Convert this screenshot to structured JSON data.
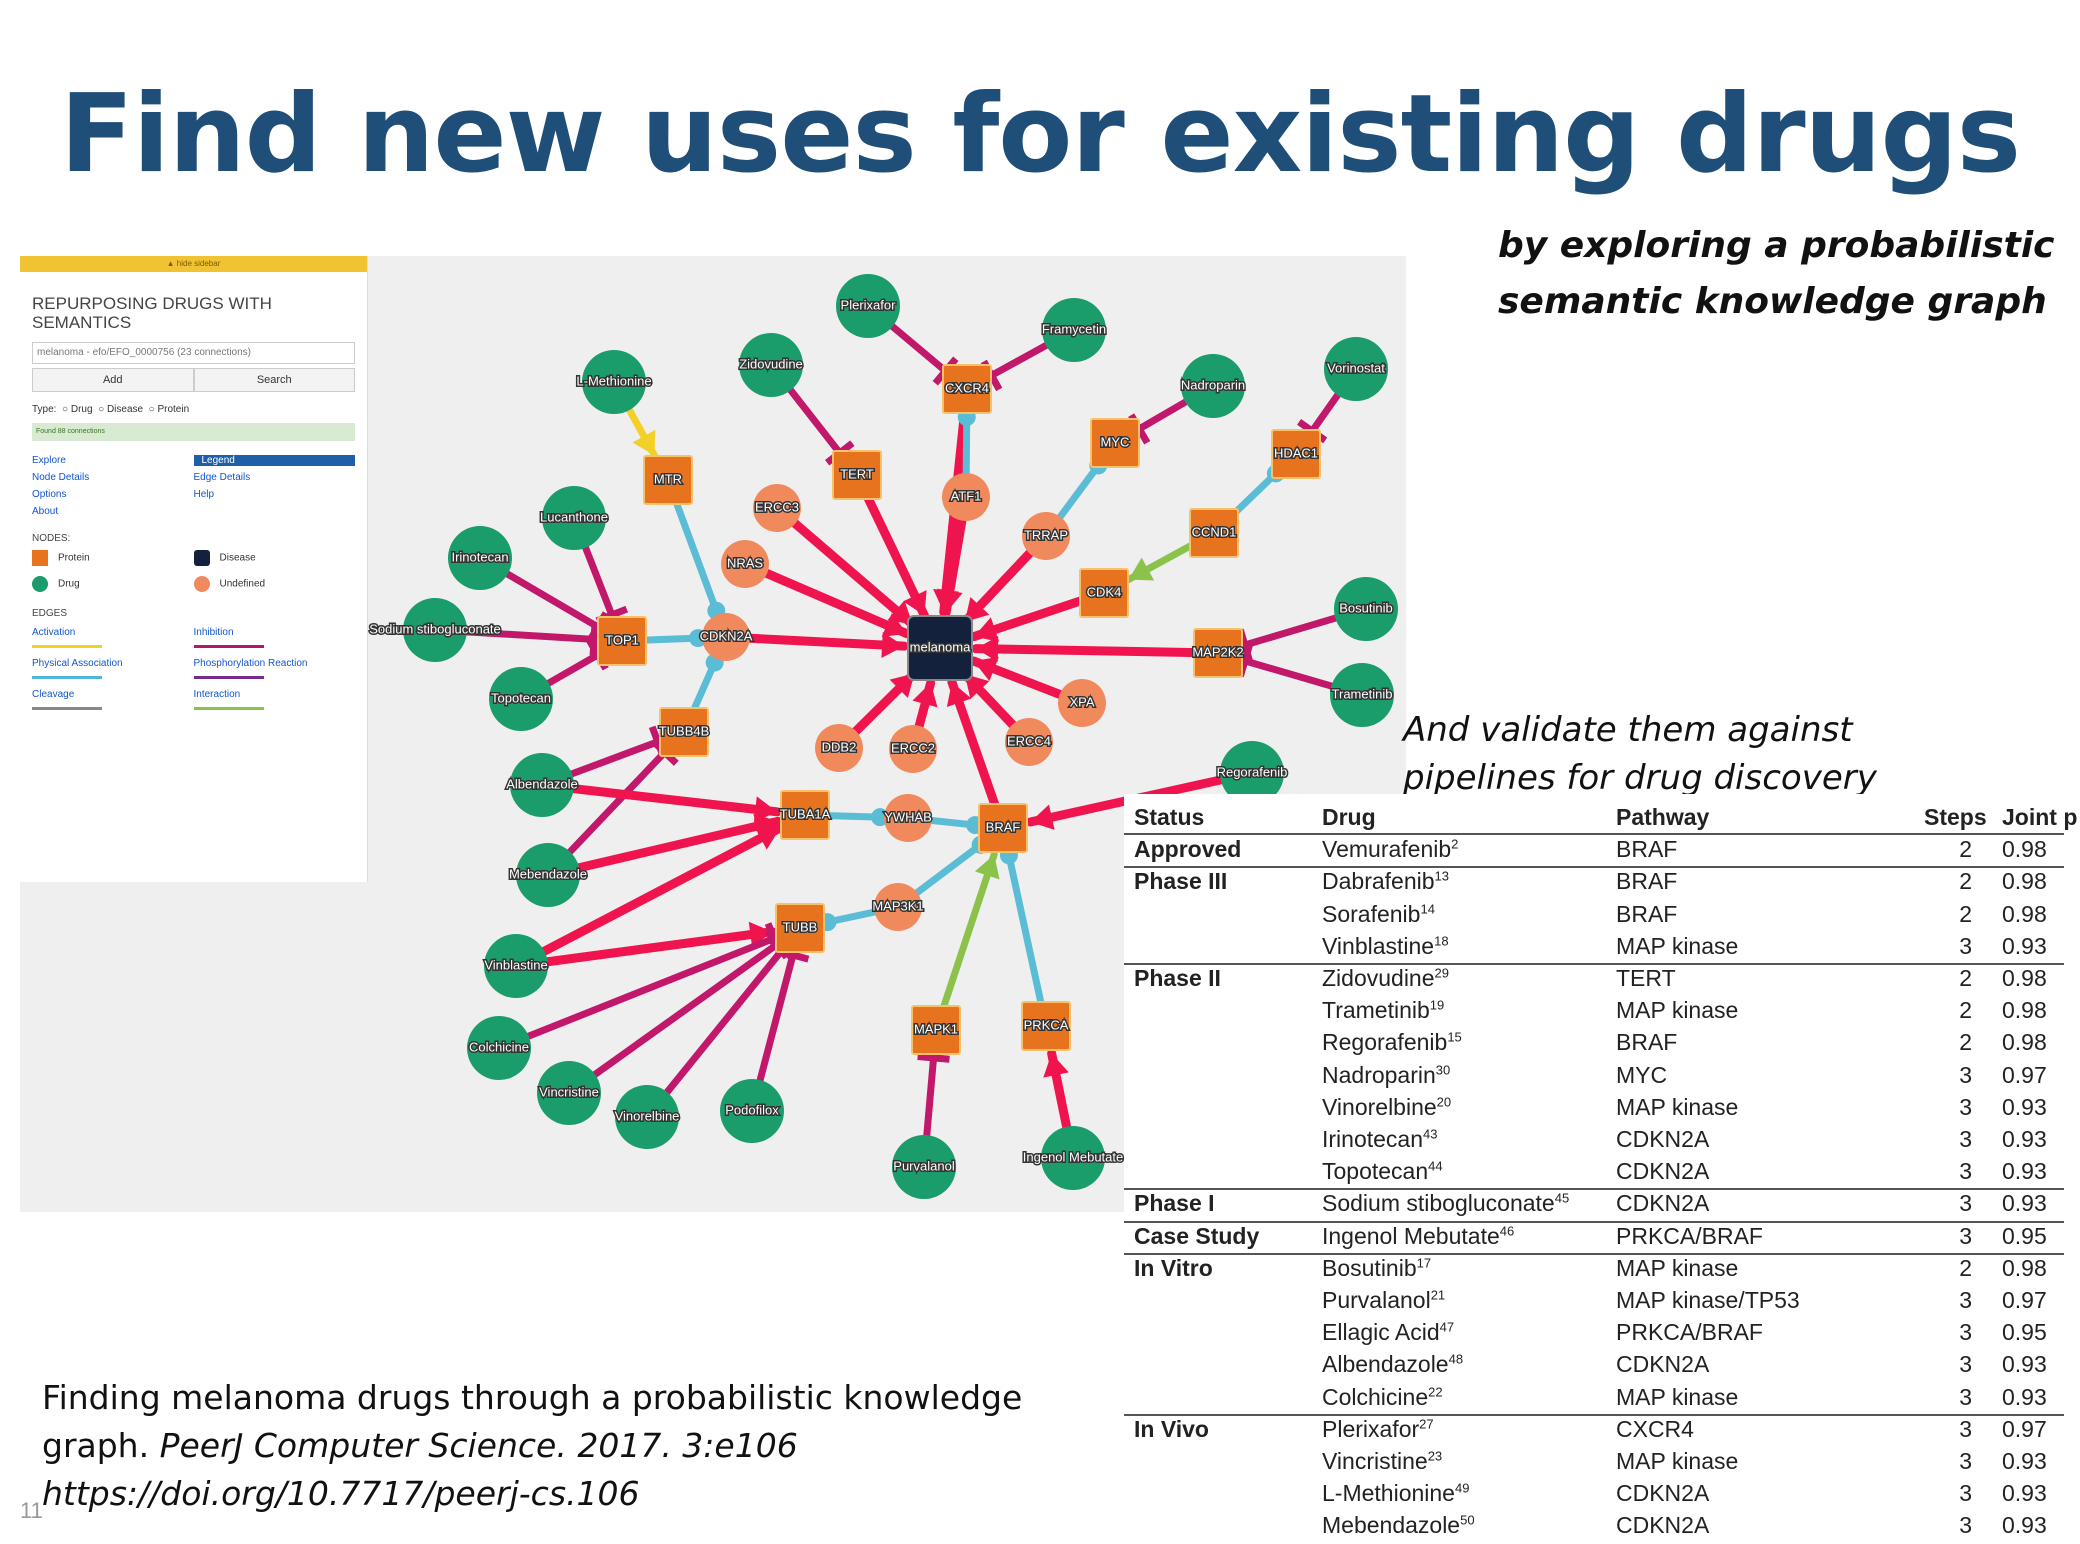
{
  "slide": {
    "title": "Find new uses for existing drugs",
    "subtitle_line1": "by exploring a probabilistic",
    "subtitle_line2": "semantic knowledge graph",
    "validate_line1": "And validate them against",
    "validate_line2": "pipelines for drug discovery",
    "citation_line1": "Finding melanoma drugs through a probabilistic knowledge",
    "citation_line2_prefix": "graph. ",
    "citation_line2_italic": "PeerJ Computer Science. 2017. 3:e106",
    "citation_line3": "https://doi.org/10.7717/peerj-cs.106",
    "slide_number": "11"
  },
  "panel": {
    "hide_bar": "▲ hide sidebar",
    "title": "REPURPOSING DRUGS WITH SEMANTICS",
    "search_value": "melanoma - efo/EFO_0000756 (23 connections)",
    "add_button": "Add",
    "search_button": "Search",
    "type_label": "Type:",
    "type_options": [
      "Drug",
      "Disease",
      "Protein"
    ],
    "note": "Found 88 connections",
    "links": [
      "Explore",
      "Legend",
      "Node Details",
      "Edge Details",
      "Options",
      "Help",
      "About"
    ],
    "nodes_heading": "NODES:",
    "node_types": [
      {
        "label": "Protein",
        "color": "#e8731f"
      },
      {
        "label": "Disease",
        "color": "#14213d"
      },
      {
        "label": "Drug",
        "color": "#1a9c6b"
      },
      {
        "label": "Undefined",
        "color": "#f08a5d"
      }
    ],
    "edges_heading": "EDGES",
    "edge_types": [
      {
        "label": "Activation",
        "color": "#f2d027"
      },
      {
        "label": "Inhibition",
        "color": "#b5176f"
      },
      {
        "label": "Physical Association",
        "color": "#4fb6d6"
      },
      {
        "label": "Phosphorylation Reaction",
        "color": "#7a2a8c"
      },
      {
        "label": "Cleavage",
        "color": "#888888"
      },
      {
        "label": "Interaction",
        "color": "#8bc34a"
      }
    ]
  },
  "graph": {
    "colors": {
      "protein": "#e8731f",
      "disease": "#14213d",
      "drug": "#1a9c6b",
      "undefined": "#f08a5d",
      "activation": "#f2d027",
      "inhibition": "#c2186b",
      "association": "#5bbcd6",
      "interaction": "#8bc34a",
      "edge": "#f0144e"
    },
    "nodes": [
      {
        "id": "melanoma",
        "label": "melanoma",
        "type": "disease"
      },
      {
        "id": "CDKN2A",
        "label": "CDKN2A",
        "type": "undefined"
      },
      {
        "id": "TOP1",
        "label": "TOP1",
        "type": "protein"
      },
      {
        "id": "MTR",
        "label": "MTR",
        "type": "protein"
      },
      {
        "id": "TERT",
        "label": "TERT",
        "type": "protein"
      },
      {
        "id": "CXCR4",
        "label": "CXCR4",
        "type": "protein"
      },
      {
        "id": "MYC",
        "label": "MYC",
        "type": "protein"
      },
      {
        "id": "HDAC1",
        "label": "HDAC1",
        "type": "protein"
      },
      {
        "id": "CCND1",
        "label": "CCND1",
        "type": "protein"
      },
      {
        "id": "CDK4",
        "label": "CDK4",
        "type": "protein"
      },
      {
        "id": "MAP2K2",
        "label": "MAP2K2",
        "type": "protein"
      },
      {
        "id": "TUBB4B",
        "label": "TUBB4B",
        "type": "protein"
      },
      {
        "id": "TUBA1A",
        "label": "TUBA1A",
        "type": "protein"
      },
      {
        "id": "TUBB",
        "label": "TUBB",
        "type": "protein"
      },
      {
        "id": "BRAF",
        "label": "BRAF",
        "type": "protein"
      },
      {
        "id": "MAPK1",
        "label": "MAPK1",
        "type": "protein"
      },
      {
        "id": "PRKCA",
        "label": "PRKCA",
        "type": "protein"
      },
      {
        "id": "ATF1",
        "label": "ATF1",
        "type": "undefined"
      },
      {
        "id": "ERCC3",
        "label": "ERCC3",
        "type": "undefined"
      },
      {
        "id": "NRAS",
        "label": "NRAS",
        "type": "undefined"
      },
      {
        "id": "TRRAP",
        "label": "TRRAP",
        "type": "undefined"
      },
      {
        "id": "XPA",
        "label": "XPA",
        "type": "undefined"
      },
      {
        "id": "DDB2",
        "label": "DDB2",
        "type": "undefined"
      },
      {
        "id": "ERCC2",
        "label": "ERCC2",
        "type": "undefined"
      },
      {
        "id": "ERCC4",
        "label": "ERCC4",
        "type": "undefined"
      },
      {
        "id": "YWHAB",
        "label": "YWHAB",
        "type": "undefined"
      },
      {
        "id": "MAP3K1",
        "label": "MAP3K1",
        "type": "undefined"
      },
      {
        "id": "Plerixafor",
        "label": "Plerixafor",
        "type": "drug"
      },
      {
        "id": "Framycetin",
        "label": "Framycetin",
        "type": "drug"
      },
      {
        "id": "Zidovudine",
        "label": "Zidovudine",
        "type": "drug"
      },
      {
        "id": "L-Methionine",
        "label": "L-Methionine",
        "type": "drug"
      },
      {
        "id": "Nadroparin",
        "label": "Nadroparin",
        "type": "drug"
      },
      {
        "id": "Vorinostat",
        "label": "Vorinostat",
        "type": "drug"
      },
      {
        "id": "Lucanthone",
        "label": "Lucanthone",
        "type": "drug"
      },
      {
        "id": "Irinotecan",
        "label": "Irinotecan",
        "type": "drug"
      },
      {
        "id": "Sodium stibogluconate",
        "label": "Sodium stibogluconate",
        "type": "drug"
      },
      {
        "id": "Topotecan",
        "label": "Topotecan",
        "type": "drug"
      },
      {
        "id": "Bosutinib",
        "label": "Bosutinib",
        "type": "drug"
      },
      {
        "id": "Trametinib",
        "label": "Trametinib",
        "type": "drug"
      },
      {
        "id": "Albendazole",
        "label": "Albendazole",
        "type": "drug"
      },
      {
        "id": "Mebendazole",
        "label": "Mebendazole",
        "type": "drug"
      },
      {
        "id": "Vinblastine",
        "label": "Vinblastine",
        "type": "drug"
      },
      {
        "id": "Colchicine",
        "label": "Colchicine",
        "type": "drug"
      },
      {
        "id": "Vincristine",
        "label": "Vincristine",
        "type": "drug"
      },
      {
        "id": "Vinorelbine",
        "label": "Vinorelbine",
        "type": "drug"
      },
      {
        "id": "Podofilox",
        "label": "Podofilox",
        "type": "drug"
      },
      {
        "id": "Purvalanol",
        "label": "Purvalanol",
        "type": "drug"
      },
      {
        "id": "Ingenol Mebutate",
        "label": "Ingenol Mebutate",
        "type": "drug"
      },
      {
        "id": "Regorafenib",
        "label": "Regorafenib",
        "type": "drug"
      }
    ],
    "edges": [
      [
        "CDKN2A",
        "melanoma",
        "edge"
      ],
      [
        "TERT",
        "melanoma",
        "edge"
      ],
      [
        "ATF1",
        "melanoma",
        "edge"
      ],
      [
        "ERCC3",
        "melanoma",
        "edge"
      ],
      [
        "NRAS",
        "melanoma",
        "edge"
      ],
      [
        "TRRAP",
        "melanoma",
        "edge"
      ],
      [
        "CDK4",
        "melanoma",
        "edge"
      ],
      [
        "MAP2K2",
        "melanoma",
        "edge"
      ],
      [
        "XPA",
        "melanoma",
        "edge"
      ],
      [
        "DDB2",
        "melanoma",
        "edge"
      ],
      [
        "ERCC2",
        "melanoma",
        "edge"
      ],
      [
        "ERCC4",
        "melanoma",
        "edge"
      ],
      [
        "BRAF",
        "melanoma",
        "edge"
      ],
      [
        "CXCR4",
        "melanoma",
        "edge"
      ],
      [
        "Plerixafor",
        "CXCR4",
        "inhibition"
      ],
      [
        "Framycetin",
        "CXCR4",
        "inhibition"
      ],
      [
        "Zidovudine",
        "TERT",
        "inhibition"
      ],
      [
        "L-Methionine",
        "MTR",
        "activation"
      ],
      [
        "Nadroparin",
        "MYC",
        "inhibition"
      ],
      [
        "Vorinostat",
        "HDAC1",
        "inhibition"
      ],
      [
        "Lucanthone",
        "TOP1",
        "inhibition"
      ],
      [
        "Irinotecan",
        "TOP1",
        "inhibition"
      ],
      [
        "Sodium stibogluconate",
        "TOP1",
        "inhibition"
      ],
      [
        "Topotecan",
        "TOP1",
        "inhibition"
      ],
      [
        "Bosutinib",
        "MAP2K2",
        "inhibition"
      ],
      [
        "Trametinib",
        "MAP2K2",
        "inhibition"
      ],
      [
        "Albendazole",
        "TUBB4B",
        "inhibition"
      ],
      [
        "Mebendazole",
        "TUBB4B",
        "inhibition"
      ],
      [
        "Mebendazole",
        "TUBA1A",
        "edge"
      ],
      [
        "Albendazole",
        "TUBA1A",
        "edge"
      ],
      [
        "Vinblastine",
        "TUBA1A",
        "edge"
      ],
      [
        "Vinblastine",
        "TUBB",
        "edge"
      ],
      [
        "Colchicine",
        "TUBB",
        "inhibition"
      ],
      [
        "Vincristine",
        "TUBB",
        "inhibition"
      ],
      [
        "Vinorelbine",
        "TUBB",
        "inhibition"
      ],
      [
        "Podofilox",
        "TUBB",
        "inhibition"
      ],
      [
        "Purvalanol",
        "MAPK1",
        "inhibition"
      ],
      [
        "Ingenol Mebutate",
        "PRKCA",
        "edge"
      ],
      [
        "Regorafenib",
        "BRAF",
        "edge"
      ],
      [
        "MTR",
        "CDKN2A",
        "association"
      ],
      [
        "TOP1",
        "CDKN2A",
        "association"
      ],
      [
        "TUBB4B",
        "CDKN2A",
        "association"
      ],
      [
        "ATF1",
        "CXCR4",
        "association"
      ],
      [
        "TRRAP",
        "MYC",
        "association"
      ],
      [
        "CCND1",
        "HDAC1",
        "association"
      ],
      [
        "CCND1",
        "CDK4",
        "interaction"
      ],
      [
        "TUBA1A",
        "YWHAB",
        "association"
      ],
      [
        "YWHAB",
        "BRAF",
        "association"
      ],
      [
        "MAP3K1",
        "TUBB",
        "association"
      ],
      [
        "MAP3K1",
        "BRAF",
        "association"
      ],
      [
        "MAPK1",
        "BRAF",
        "interaction"
      ],
      [
        "PRKCA",
        "BRAF",
        "association"
      ]
    ]
  },
  "table": {
    "headers": [
      "Status",
      "Drug",
      "Pathway",
      "Steps",
      "Joint p"
    ],
    "rows": [
      {
        "status": "Approved",
        "drug": "Vemurafenib",
        "ref": "2",
        "pathway": "BRAF",
        "steps": "2",
        "p": "0.98"
      },
      {
        "status": "Phase III",
        "drug": "Dabrafenib",
        "ref": "13",
        "pathway": "BRAF",
        "steps": "2",
        "p": "0.98"
      },
      {
        "status": "",
        "drug": "Sorafenib",
        "ref": "14",
        "pathway": "BRAF",
        "steps": "2",
        "p": "0.98"
      },
      {
        "status": "",
        "drug": "Vinblastine",
        "ref": "18",
        "pathway": "MAP kinase",
        "steps": "3",
        "p": "0.93"
      },
      {
        "status": "Phase II",
        "drug": "Zidovudine",
        "ref": "29",
        "pathway": "TERT",
        "steps": "2",
        "p": "0.98"
      },
      {
        "status": "",
        "drug": "Trametinib",
        "ref": "19",
        "pathway": "MAP kinase",
        "steps": "2",
        "p": "0.98"
      },
      {
        "status": "",
        "drug": "Regorafenib",
        "ref": "15",
        "pathway": "BRAF",
        "steps": "2",
        "p": "0.98"
      },
      {
        "status": "",
        "drug": "Nadroparin",
        "ref": "30",
        "pathway": "MYC",
        "steps": "3",
        "p": "0.97"
      },
      {
        "status": "",
        "drug": "Vinorelbine",
        "ref": "20",
        "pathway": "MAP kinase",
        "steps": "3",
        "p": "0.93"
      },
      {
        "status": "",
        "drug": "Irinotecan",
        "ref": "43",
        "pathway": "CDKN2A",
        "steps": "3",
        "p": "0.93"
      },
      {
        "status": "",
        "drug": "Topotecan",
        "ref": "44",
        "pathway": "CDKN2A",
        "steps": "3",
        "p": "0.93"
      },
      {
        "status": "Phase I",
        "drug": "Sodium stibogluconate",
        "ref": "45",
        "pathway": "CDKN2A",
        "steps": "3",
        "p": "0.93"
      },
      {
        "status": "Case Study",
        "drug": "Ingenol Mebutate",
        "ref": "46",
        "pathway": "PRKCA/BRAF",
        "steps": "3",
        "p": "0.95"
      },
      {
        "status": "In Vitro",
        "drug": "Bosutinib",
        "ref": "17",
        "pathway": "MAP kinase",
        "steps": "2",
        "p": "0.98"
      },
      {
        "status": "",
        "drug": "Purvalanol",
        "ref": "21",
        "pathway": "MAP kinase/TP53",
        "steps": "3",
        "p": "0.97"
      },
      {
        "status": "",
        "drug": "Ellagic Acid",
        "ref": "47",
        "pathway": "PRKCA/BRAF",
        "steps": "3",
        "p": "0.95"
      },
      {
        "status": "",
        "drug": "Albendazole",
        "ref": "48",
        "pathway": "CDKN2A",
        "steps": "3",
        "p": "0.93"
      },
      {
        "status": "",
        "drug": "Colchicine",
        "ref": "22",
        "pathway": "MAP kinase",
        "steps": "3",
        "p": "0.93"
      },
      {
        "status": "In Vivo",
        "drug": "Plerixafor",
        "ref": "27",
        "pathway": "CXCR4",
        "steps": "3",
        "p": "0.97"
      },
      {
        "status": "",
        "drug": "Vincristine",
        "ref": "23",
        "pathway": "MAP kinase",
        "steps": "3",
        "p": "0.93"
      },
      {
        "status": "",
        "drug": "L-Methionine",
        "ref": "49",
        "pathway": "CDKN2A",
        "steps": "3",
        "p": "0.93"
      },
      {
        "status": "",
        "drug": "Mebendazole",
        "ref": "50",
        "pathway": "CDKN2A",
        "steps": "3",
        "p": "0.93"
      }
    ]
  }
}
